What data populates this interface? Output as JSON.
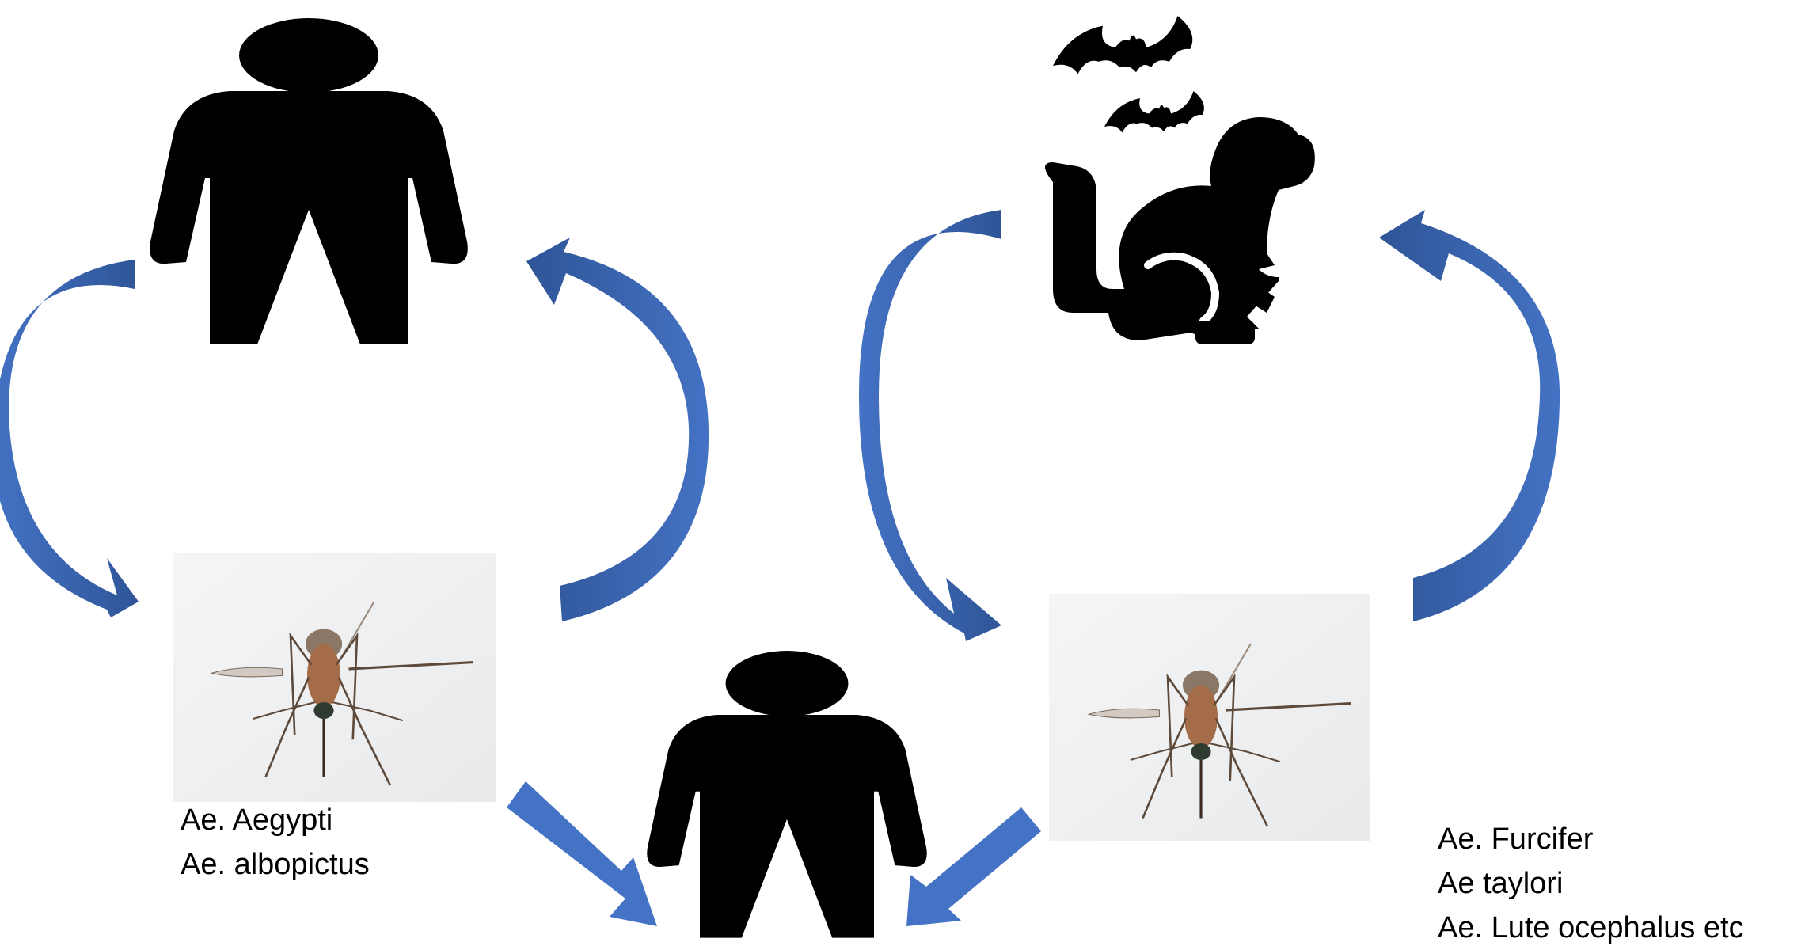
{
  "diagram": {
    "urban_cycle": {
      "species_labels": [
        "Ae. Aegypti",
        "Ae. albopictus"
      ]
    },
    "sylvatic_cycle": {
      "species_labels": [
        "Ae. Furcifer",
        "Ae taylori",
        "Ae. Lute ocephalus etc"
      ]
    }
  },
  "colors": {
    "arrow_fill": "#4472C4",
    "arrow_shade": "#2F5597",
    "silhouette": "#000000",
    "photo_background": "#F1F2F3"
  },
  "icons": [
    "human-silhouette-icon",
    "monkey-icon",
    "bat-icon",
    "mosquito-photo"
  ]
}
